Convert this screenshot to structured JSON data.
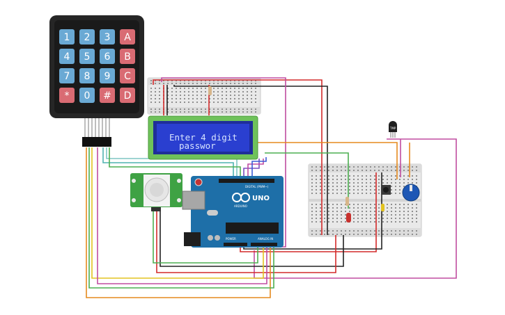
{
  "keypad": {
    "keys": [
      {
        "label": "1",
        "kind": "digit"
      },
      {
        "label": "2",
        "kind": "digit"
      },
      {
        "label": "3",
        "kind": "digit"
      },
      {
        "label": "A",
        "kind": "letter"
      },
      {
        "label": "4",
        "kind": "digit"
      },
      {
        "label": "5",
        "kind": "digit"
      },
      {
        "label": "6",
        "kind": "digit"
      },
      {
        "label": "B",
        "kind": "letter"
      },
      {
        "label": "7",
        "kind": "digit"
      },
      {
        "label": "8",
        "kind": "digit"
      },
      {
        "label": "9",
        "kind": "digit"
      },
      {
        "label": "C",
        "kind": "letter"
      },
      {
        "label": "*",
        "kind": "letter"
      },
      {
        "label": "0",
        "kind": "digit"
      },
      {
        "label": "#",
        "kind": "letter"
      },
      {
        "label": "D",
        "kind": "letter"
      }
    ]
  },
  "lcd": {
    "line1": "Enter 4 digit",
    "line2": "passwor"
  },
  "arduino": {
    "name": "UNO",
    "brand": "ARDUINO",
    "digital_label": "DIGITAL (PWM~)",
    "power_label": "POWER",
    "analog_label": "ANALOG IN"
  },
  "tmp_sensor": {
    "label": "TMP"
  },
  "colors": {
    "board_blue": "#1e6fa8",
    "lcd_green": "#6fc25a",
    "lcd_screen": "#2a3fd0",
    "key_blue": "#6aa9d4",
    "key_red": "#d96b73",
    "keypad_body": "#262626",
    "pir_green": "#3fa244",
    "wire_red": "#d42a2a",
    "wire_black": "#222222",
    "wire_green": "#4caf50",
    "wire_orange": "#e58a1f",
    "wire_magenta": "#c04ca0",
    "wire_yellow": "#e3c321",
    "wire_teal": "#4fb3b0"
  }
}
